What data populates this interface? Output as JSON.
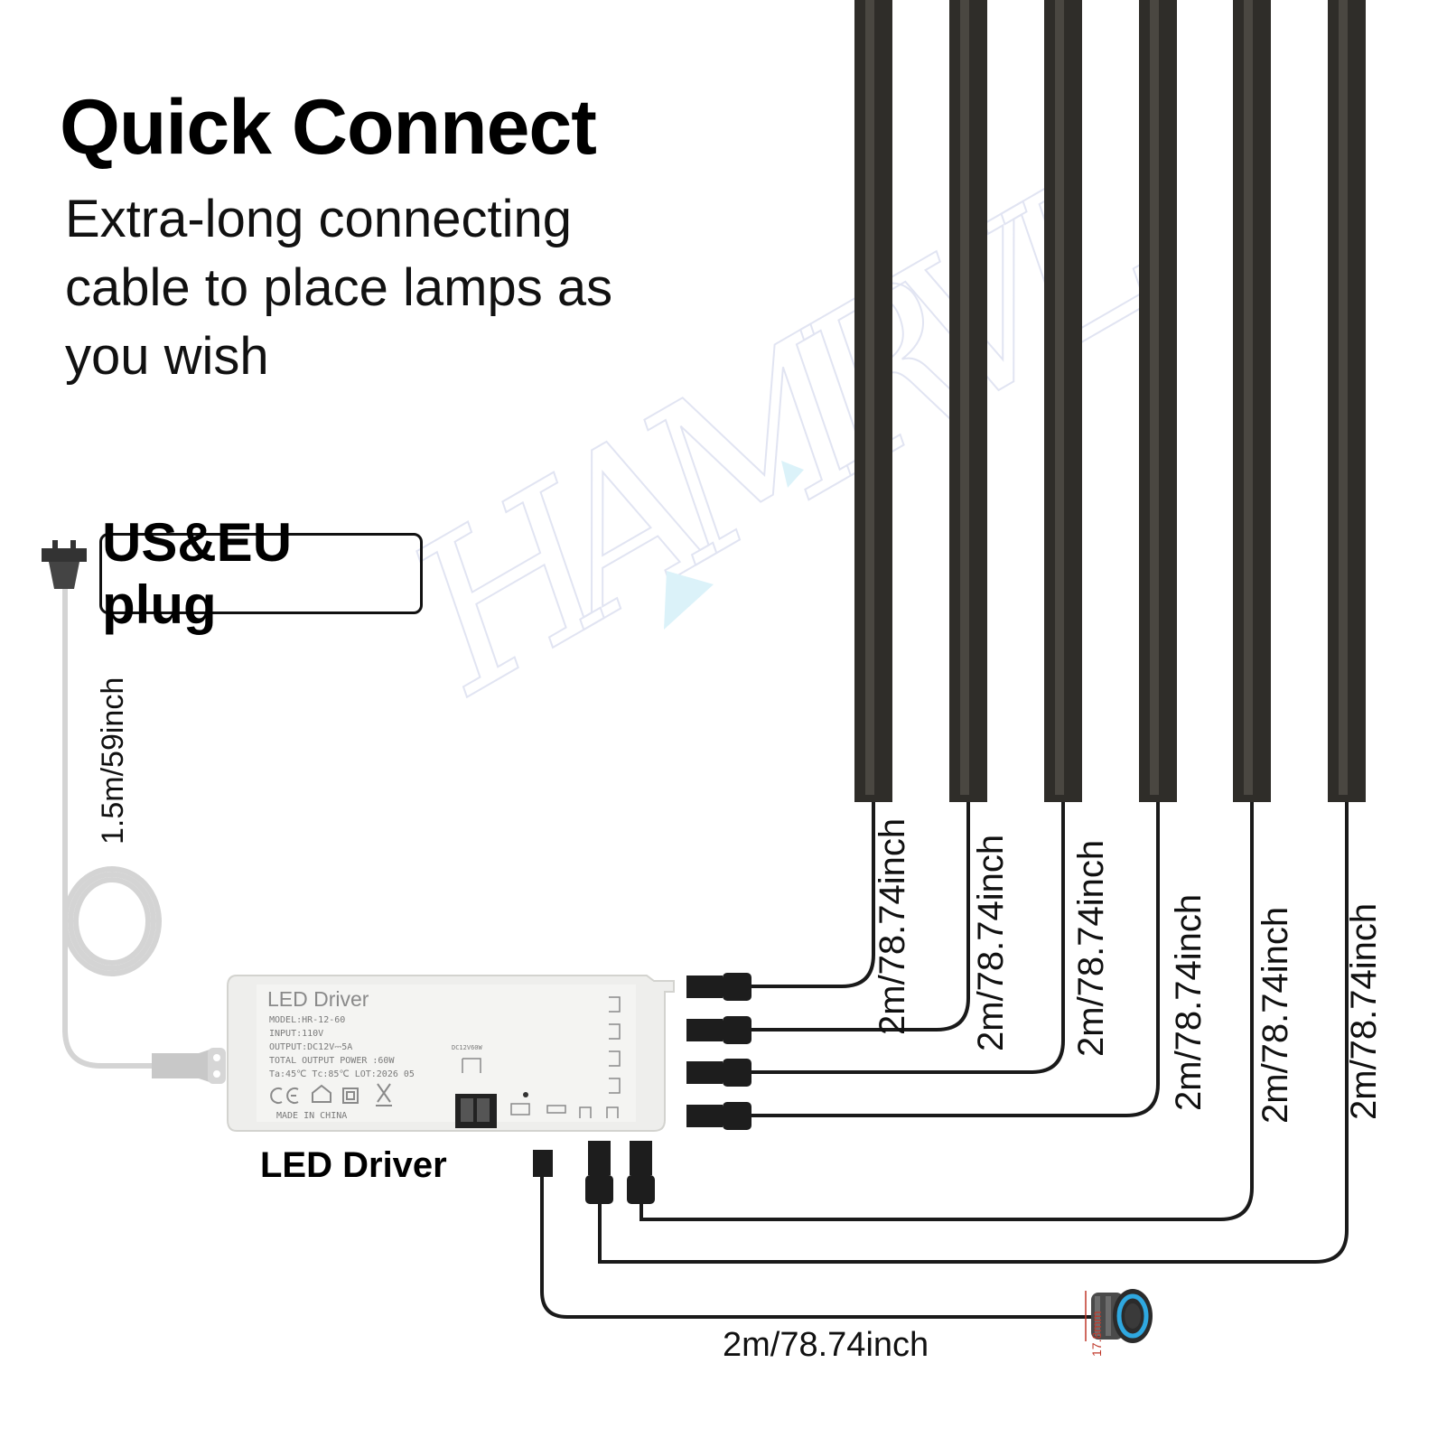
{
  "header": {
    "title": "Quick Connect",
    "subtitle": "Extra-long connecting cable to place lamps as you wish"
  },
  "plug": {
    "badge": "US&EU plug",
    "cord_length": "1.5m/59inch"
  },
  "driver": {
    "caption": "LED Driver",
    "label_title": "LED Driver",
    "model": "MODEL:HR-12-60",
    "input": "INPUT:110V",
    "output": "OUTPUT:DC12V⎓5A",
    "total_power": "TOTAL OUTPUT POWER :60W",
    "temps": "Ta:45℃   Tc:85℃   LOT:2026 05",
    "origin": "MADE IN CHINA",
    "port_label": "DC12V60W"
  },
  "lamp_cables": [
    {
      "length": "2m/78.74inch"
    },
    {
      "length": "2m/78.74inch"
    },
    {
      "length": "2m/78.74inch"
    },
    {
      "length": "2m/78.74inch"
    },
    {
      "length": "2m/78.74inch"
    },
    {
      "length": "2m/78.74inch"
    }
  ],
  "switch": {
    "cable_length": "2m/78.74inch",
    "size": "17.8mm"
  },
  "watermark": "HAMRVL",
  "colors": {
    "light_bar": "#2f2d29",
    "cable": "#1a1a1a",
    "driver_body": "#eeeeec",
    "cord": "#d4d4d4",
    "switch_ring": "#2fa8e0",
    "watermark_accent": "#bfe9f5"
  }
}
